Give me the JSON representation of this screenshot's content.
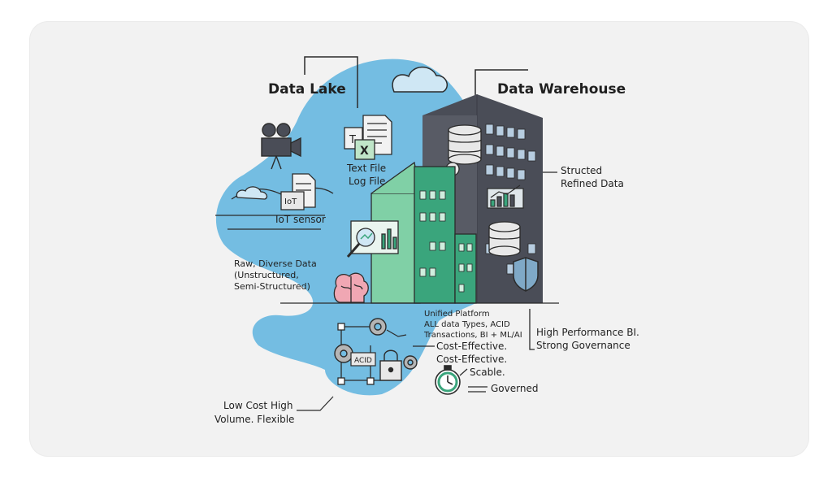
{
  "headings": {
    "lake": "Data Lake",
    "warehouse": "Data Warehouse"
  },
  "labels": {
    "text_file": "Text File",
    "log_file": "Log File",
    "iot_sensor": "IoT sensor",
    "raw_1": "Raw, Diverse Data",
    "raw_2": "(Unstructured,",
    "raw_3": "Semi-Structured)",
    "structured_1": "Structed",
    "structured_2": "Refined Data",
    "unified_1": "Unified Platform",
    "unified_2": "ALL data Types, ACID",
    "unified_3": "Transactions, BI + ML/AI",
    "hp_1": "High Performance BI.",
    "hp_2": "Strong Governance",
    "cost_1": "Cost-Effective.",
    "cost_2": "Cost-Effective.",
    "scalable": "Scable.",
    "governed": "Governed",
    "low_1": "Low Cost High",
    "low_2": "Volume. Flexible",
    "iot_tag": "IoT",
    "acid_tag": "ACID",
    "t_glyph": "T",
    "x_glyph": "X"
  },
  "colors": {
    "lake": "#74bde2",
    "warehouse": "#4a4d57",
    "lakehouse_green": "#3aa57c",
    "lakehouse_light": "#80d0a6",
    "outline": "#2b2b2b"
  }
}
